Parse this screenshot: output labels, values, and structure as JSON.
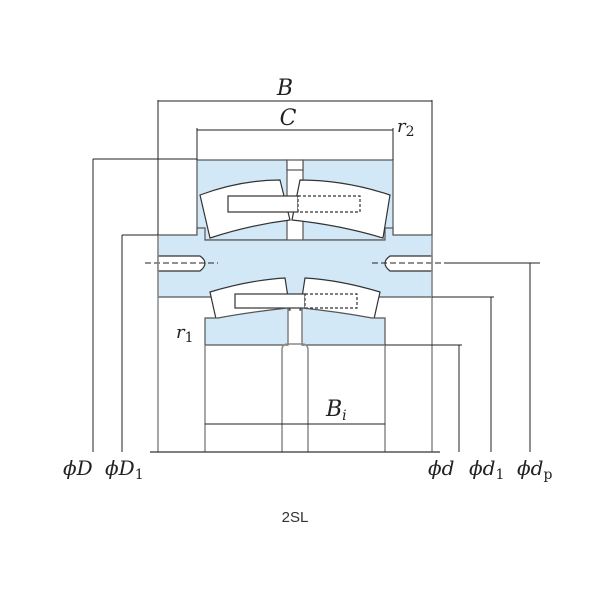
{
  "diagram": {
    "type": "bearing-cross-section",
    "caption": "2SL",
    "colors": {
      "fill": "#d3e8f6",
      "stroke": "#333333",
      "gray_stroke": "#8a8a8a",
      "background": "#ffffff"
    },
    "dimension_labels": {
      "B": "B",
      "C": "C",
      "r2_main": "r",
      "r2_sub": "2",
      "r1_main": "r",
      "r1_sub": "1",
      "Bi_main": "B",
      "Bi_sub": "i",
      "phi": "ϕ",
      "D": "D",
      "D1_main": "D",
      "D1_sub": "1",
      "d": "d",
      "d1_main": "d",
      "d1_sub": "1",
      "dp_main": "d",
      "dp_sub": "p"
    }
  }
}
